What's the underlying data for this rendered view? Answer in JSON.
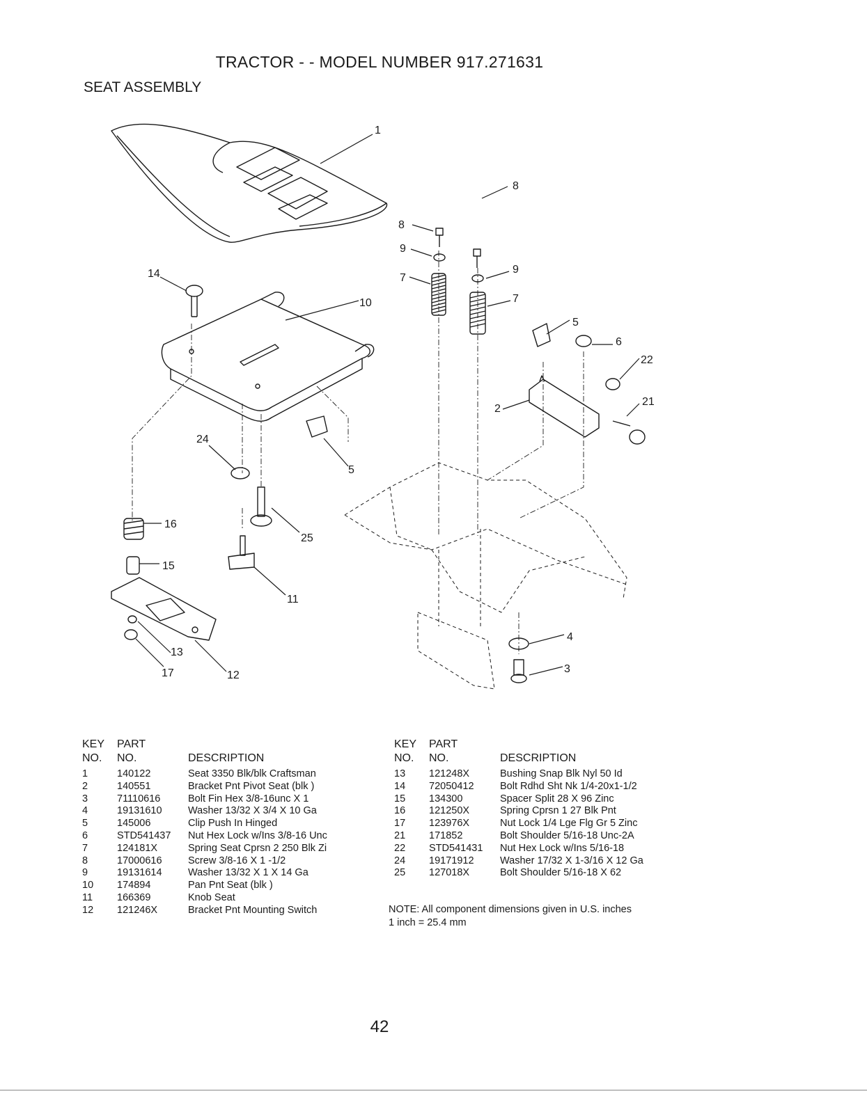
{
  "header": {
    "title": "TRACTOR - - MODEL NUMBER 917.271631",
    "subtitle": "SEAT ASSEMBLY"
  },
  "callouts": [
    "1",
    "14",
    "10",
    "8",
    "9",
    "7",
    "8",
    "9",
    "7",
    "5",
    "6",
    "22",
    "21",
    "2",
    "24",
    "5",
    "16",
    "25",
    "15",
    "11",
    "13",
    "17",
    "12",
    "4",
    "3"
  ],
  "table_headers": {
    "key_line1": "KEY",
    "key_line2": "NO.",
    "part_line1": "PART",
    "part_line2": "NO.",
    "description": "DESCRIPTION"
  },
  "parts_left": [
    {
      "key": "1",
      "part": "140122",
      "desc": "Seat 3350 Blk/blk Craftsman"
    },
    {
      "key": "2",
      "part": "140551",
      "desc": "Bracket Pnt Pivot Seat (blk )"
    },
    {
      "key": "3",
      "part": "71110616",
      "desc": "Bolt Fin Hex 3/8-16unc X 1"
    },
    {
      "key": "4",
      "part": "19131610",
      "desc": "Washer 13/32 X 3/4 X 10 Ga"
    },
    {
      "key": "5",
      "part": "145006",
      "desc": "Clip Push In Hinged"
    },
    {
      "key": "6",
      "part": "STD541437",
      "desc": "Nut Hex Lock w/Ins 3/8-16 Unc"
    },
    {
      "key": "7",
      "part": "124181X",
      "desc": "Spring Seat Cprsn 2 250 Blk Zi"
    },
    {
      "key": "8",
      "part": "17000616",
      "desc": "Screw 3/8-16 X 1 -1/2"
    },
    {
      "key": "9",
      "part": "19131614",
      "desc": "Washer 13/32 X 1 X 14 Ga"
    },
    {
      "key": "10",
      "part": "174894",
      "desc": "Pan Pnt Seat (blk )"
    },
    {
      "key": "11",
      "part": "166369",
      "desc": "Knob Seat"
    },
    {
      "key": "12",
      "part": "121246X",
      "desc": "Bracket Pnt Mounting Switch"
    }
  ],
  "parts_right": [
    {
      "key": "13",
      "part": "121248X",
      "desc": "Bushing Snap Blk Nyl 50 Id"
    },
    {
      "key": "14",
      "part": "72050412",
      "desc": "Bolt Rdhd Sht Nk 1/4-20x1-1/2"
    },
    {
      "key": "15",
      "part": "134300",
      "desc": "Spacer Split 28 X 96 Zinc"
    },
    {
      "key": "16",
      "part": "121250X",
      "desc": "Spring Cprsn 1 27 Blk Pnt"
    },
    {
      "key": "17",
      "part": "123976X",
      "desc": "Nut Lock 1/4 Lge Flg Gr 5 Zinc"
    },
    {
      "key": "21",
      "part": "171852",
      "desc": "Bolt Shoulder 5/16-18 Unc-2A"
    },
    {
      "key": "22",
      "part": "STD541431",
      "desc": "Nut Hex Lock w/Ins 5/16-18"
    },
    {
      "key": "24",
      "part": "19171912",
      "desc": "Washer 17/32 X 1-3/16 X 12 Ga"
    },
    {
      "key": "25",
      "part": "127018X",
      "desc": "Bolt Shoulder 5/16-18 X 62"
    }
  ],
  "note": {
    "label": "NOTE:",
    "text": "All component dimensions given in U.S. inches",
    "conversion": "1 inch = 25.4 mm"
  },
  "page_number": "42"
}
